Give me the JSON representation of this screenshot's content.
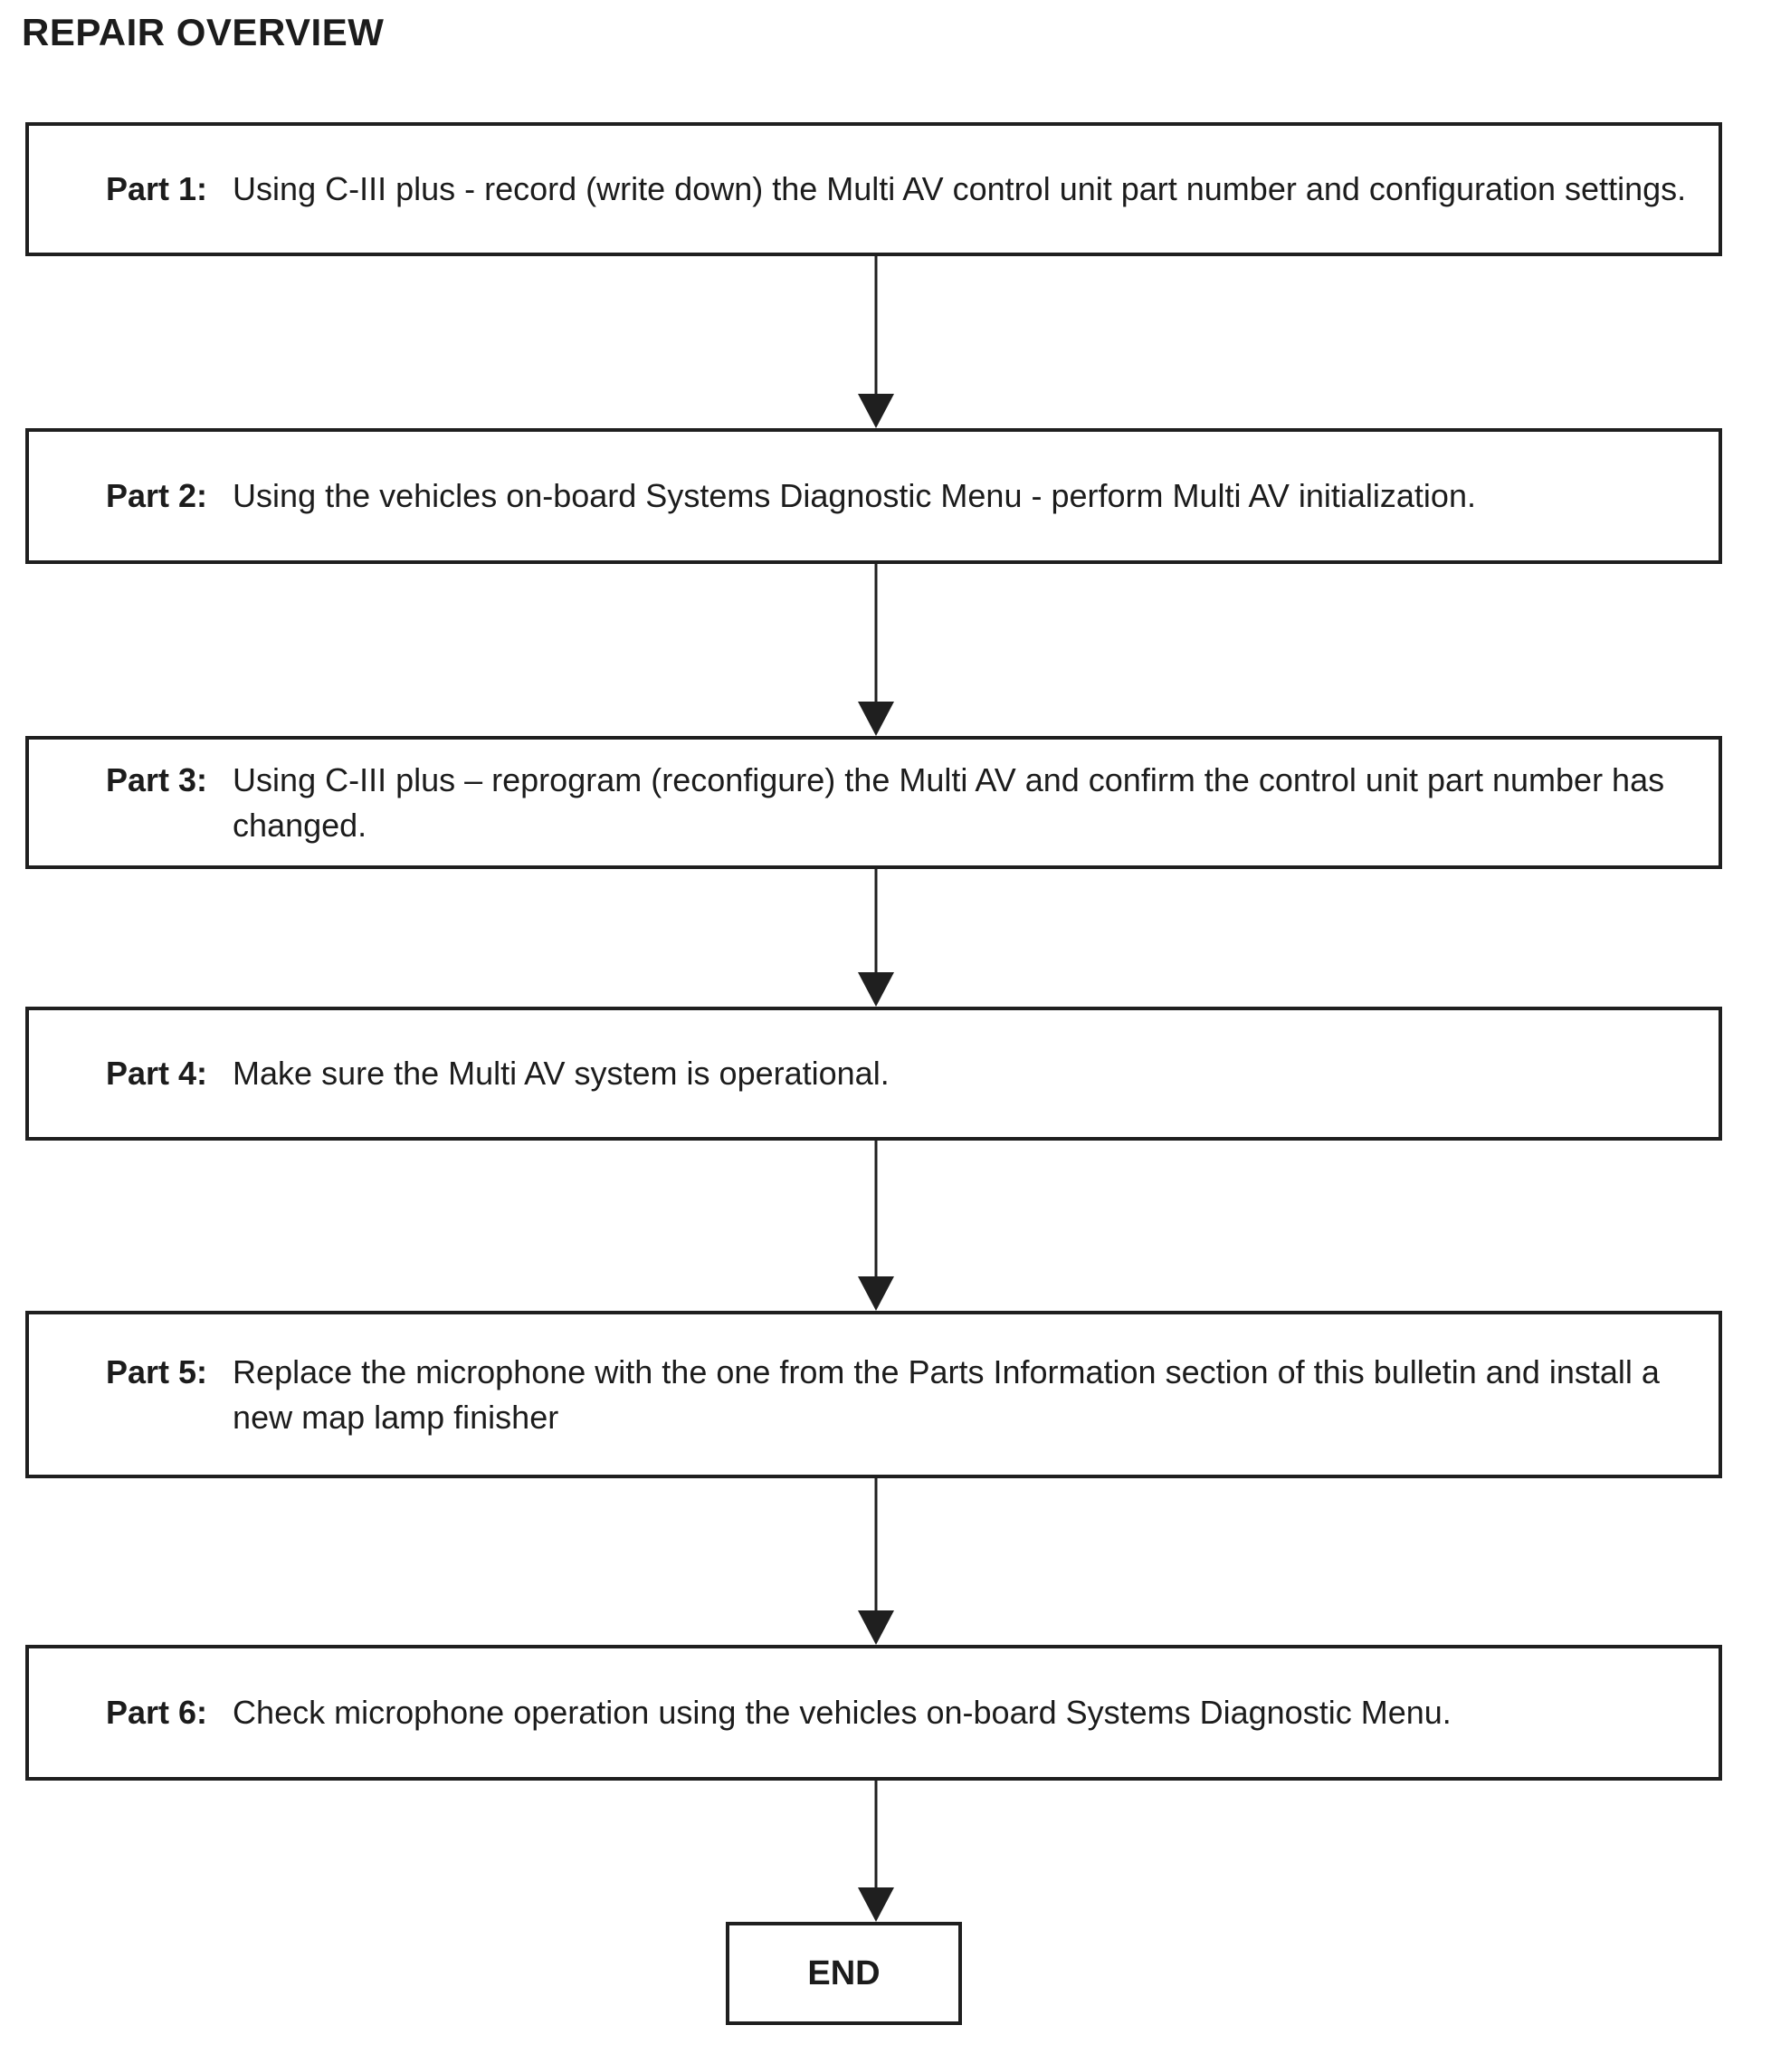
{
  "title": "REPAIR OVERVIEW",
  "flowchart": {
    "parts": [
      {
        "label": "Part 1:",
        "text": "Using C-III plus - record (write down) the Multi AV control unit part number and configuration settings."
      },
      {
        "label": "Part 2:",
        "text": "Using the vehicles on-board Systems Diagnostic Menu - perform Multi AV initialization."
      },
      {
        "label": "Part 3:",
        "text": "Using C-III plus – reprogram (reconfigure) the Multi AV and confirm the control unit part number has changed."
      },
      {
        "label": "Part 4:",
        "text": "Make sure the Multi AV system is operational."
      },
      {
        "label": "Part 5:",
        "text": "Replace the microphone with the one from the Parts Information section of this bulletin and install a new map lamp finisher"
      },
      {
        "label": "Part 6:",
        "text": "Check microphone operation using the vehicles on-board Systems Diagnostic Menu."
      }
    ],
    "end_label": "END"
  },
  "colors": {
    "ink": "#1f1f1f",
    "background": "#ffffff"
  }
}
